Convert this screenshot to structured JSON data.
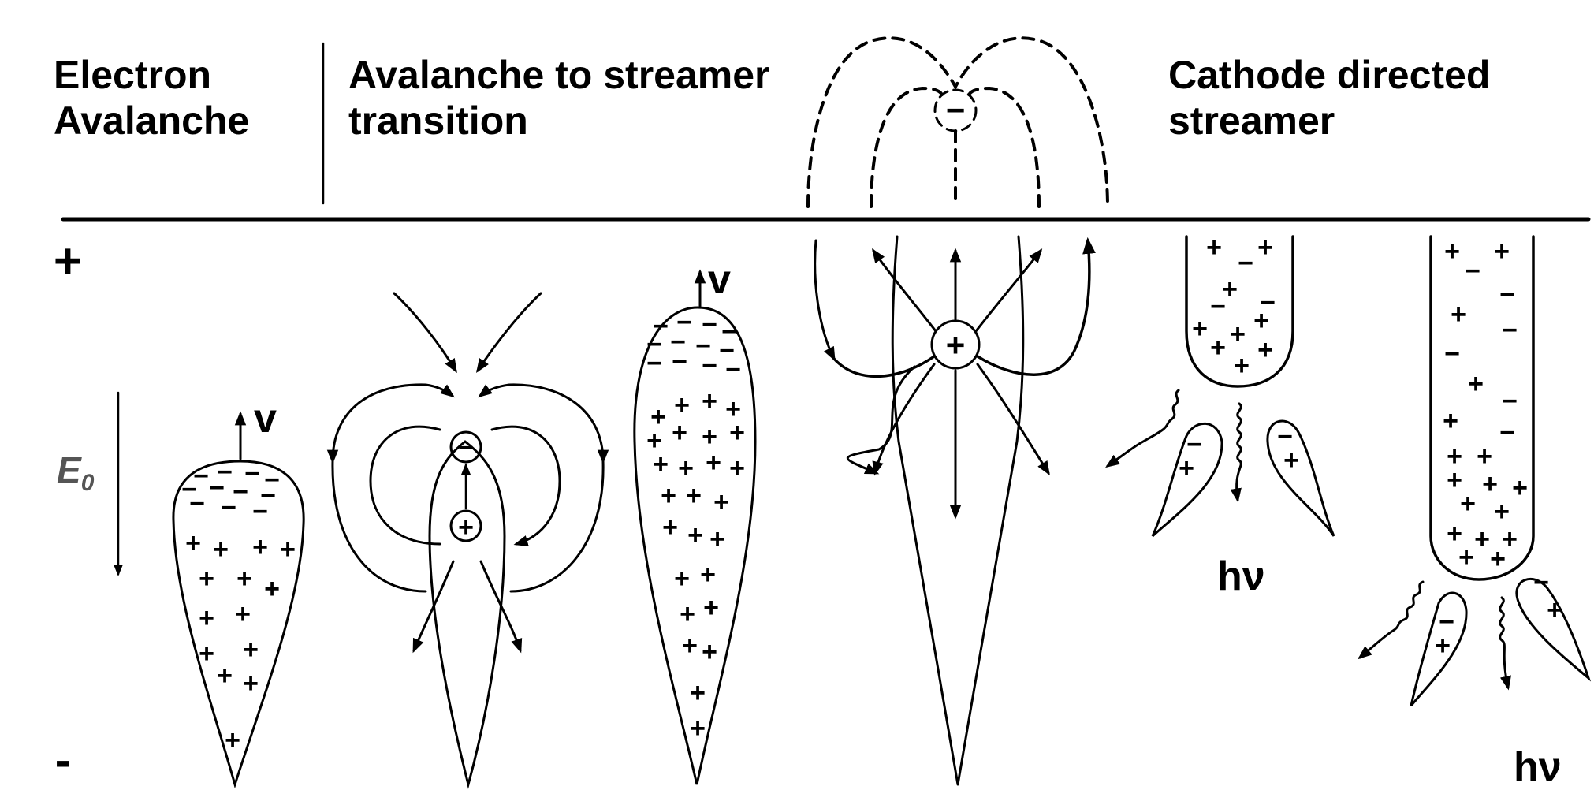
{
  "headers": {
    "electron_avalanche": [
      "Electron",
      "Avalanche"
    ],
    "transition": [
      "Avalanche to streamer",
      "transition"
    ],
    "cathode_streamer": [
      "Cathode directed",
      "streamer"
    ]
  },
  "labels": {
    "anode": "+",
    "cathode": "-",
    "field": "E",
    "field_subscript": "0",
    "velocity": "v",
    "photon": "hν",
    "plus": "+",
    "minus": "−"
  },
  "colors": {
    "ink": "#000000",
    "field_label": "#555555",
    "background": "#ffffff"
  }
}
